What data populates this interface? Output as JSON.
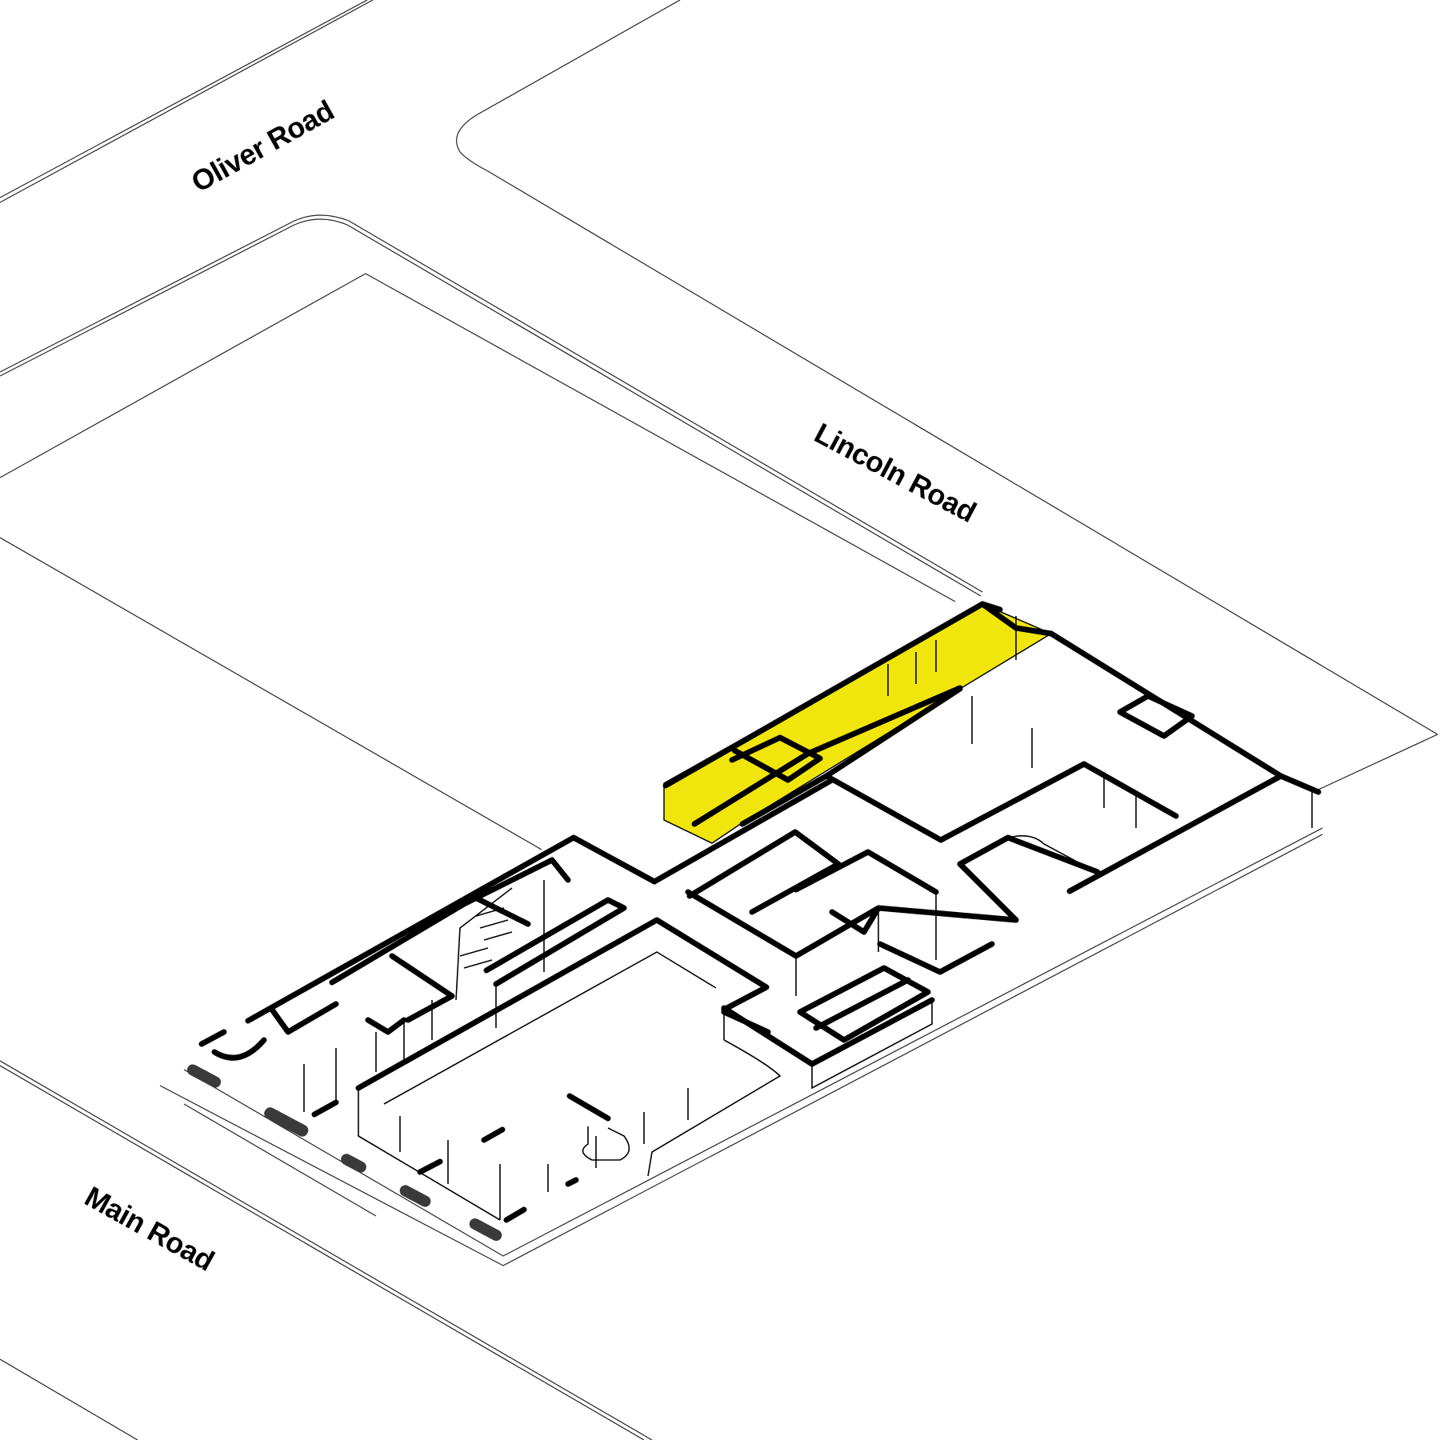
{
  "streets": {
    "oliver": "Oliver Road",
    "lincoln": "Lincoln Road",
    "main": "Main Road"
  },
  "colors": {
    "highlight": "#f0e60e",
    "wall": "#000000",
    "line": "#222222",
    "bench": "#3a3a3a"
  }
}
